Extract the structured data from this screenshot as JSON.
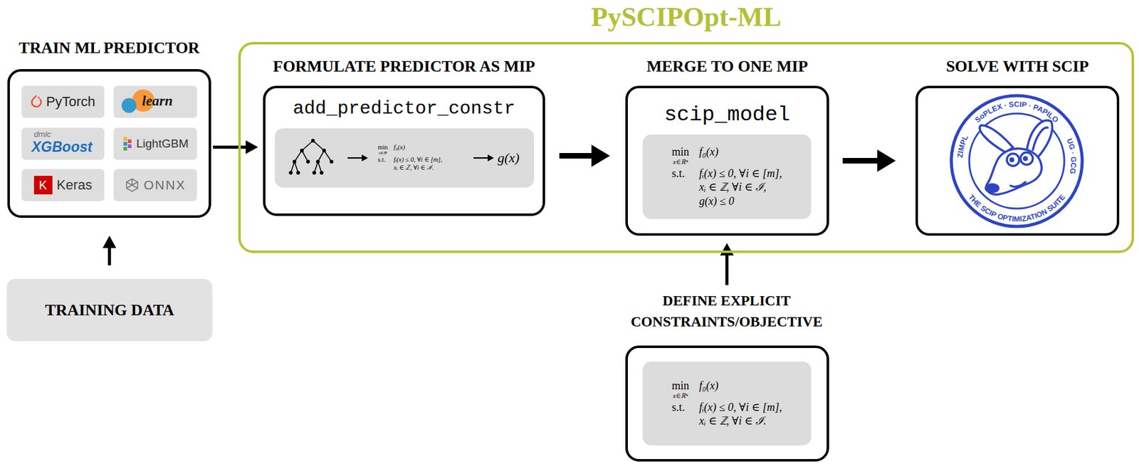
{
  "diagram": {
    "nodes": [
      {
        "text": [
          "TRAIN ML PREDICTOR"
        ]
      },
      {
        "text": [
          "PyTorch"
        ],
        "in": 0
      },
      {
        "text": [
          "learn"
        ],
        "in": 0
      },
      {
        "text": [
          "dmlc",
          "XGBoost"
        ],
        "in": 0
      },
      {
        "text": [
          "LightGBM"
        ],
        "in": 0
      },
      {
        "text": [
          "K",
          "Keras"
        ],
        "in": 0
      },
      {
        "text": [
          "ONNX"
        ],
        "in": 0
      },
      {
        "text": [
          "TRAINING DATA"
        ]
      },
      {
        "text": [
          "PySCIPOpt-ML"
        ]
      },
      {
        "text": [
          "FORMULATE PREDICTOR AS MIP",
          "add_predictor_constr"
        ],
        "in": 8
      },
      {
        "text": [
          "min",
          "x∈ℝⁿ",
          "f₀(x)",
          "s.t.",
          "fᵢ(x) ≤ 0, ∀i ∈ [m],",
          "xᵢ ∈ ℤ, ∀i ∈ ℐ.",
          "g(x)"
        ],
        "in": 9
      },
      {
        "text": [
          "MERGE TO ONE MIP",
          "scip_model"
        ],
        "in": 8
      },
      {
        "text": [
          "min",
          "x∈ℝⁿ",
          "f₀(x)",
          "s.t.",
          "fᵢ(x) ≤ 0, ∀i ∈ [m],",
          "xᵢ ∈ ℤ, ∀i ∈ ℐ,",
          "g(x) ≤ 0"
        ],
        "in": 11
      },
      {
        "text": [
          "SOLVE WITH SCIP",
          "SoPLEX · SCIP · PAPILO",
          "UG · GCG",
          "ZIMPL",
          "THE SCIP OPTIMIZATION SUITE"
        ],
        "in": 8
      },
      {
        "text": [
          "DEFINE EXPLICIT CONSTRAINTS/OBJECTIVE"
        ]
      },
      {
        "text": [
          "min",
          "x∈ℝⁿ",
          "f₀(x)",
          "s.t.",
          "fᵢ(x) ≤ 0, ∀i ∈ [m],",
          "xᵢ ∈ ℤ, ∀i ∈ ℐ."
        ],
        "in": 14
      }
    ],
    "edges": [
      {
        "from": 7,
        "to": 0,
        "arrow": "to"
      },
      {
        "from": 0,
        "to": 9,
        "arrow": "to"
      },
      {
        "from": 9,
        "to": 11,
        "arrow": "to"
      },
      {
        "from": 11,
        "to": 13,
        "arrow": "to"
      },
      {
        "from": 14,
        "to": 11,
        "arrow": "to"
      }
    ]
  }
}
